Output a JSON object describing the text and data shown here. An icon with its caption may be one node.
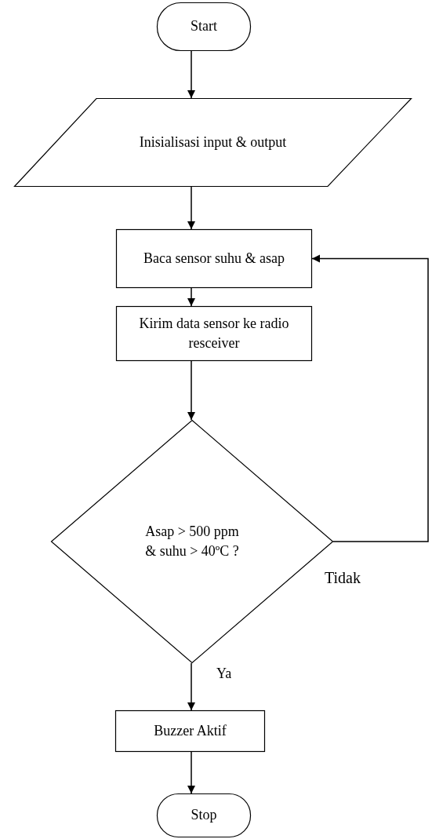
{
  "diagram": {
    "nodes": [
      {
        "text": [
          "Start"
        ]
      },
      {
        "text": [
          "Inisialisasi input & output"
        ]
      },
      {
        "text": [
          "Baca sensor suhu & asap"
        ]
      },
      {
        "text": [
          "Kirim data sensor ke radio resceiver"
        ]
      },
      {
        "text": [
          "Asap > 500 ppm & suhu > 40ºC ?"
        ]
      },
      {
        "text": [
          "Buzzer Aktif"
        ]
      },
      {
        "text": [
          "Stop"
        ]
      }
    ],
    "edges": [
      {
        "from": 0,
        "to": 1,
        "arrow": "to"
      },
      {
        "from": 1,
        "to": 2,
        "arrow": "to"
      },
      {
        "from": 2,
        "to": 3,
        "arrow": "to"
      },
      {
        "from": 3,
        "to": 4,
        "arrow": "to"
      },
      {
        "from": 4,
        "to": 2,
        "arrow": "to",
        "label": "Tidak"
      },
      {
        "from": 4,
        "to": 5,
        "arrow": "to",
        "label": "Ya"
      },
      {
        "from": 5,
        "to": 6,
        "arrow": "to"
      }
    ]
  }
}
